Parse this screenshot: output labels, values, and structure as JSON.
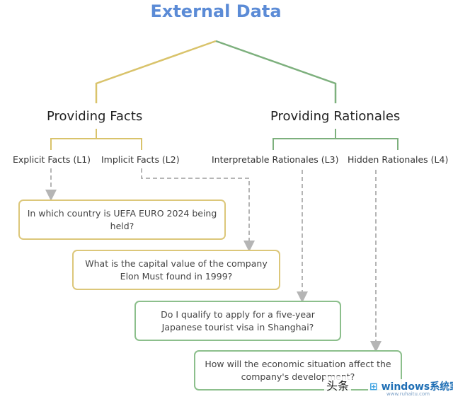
{
  "title": "External Data",
  "branches": {
    "left": "Providing Facts",
    "right": "Providing Rationales"
  },
  "levels": {
    "l1": "Explicit Facts (L1)",
    "l2": "Implicit Facts (L2)",
    "l3": "Interpretable Rationales (L3)",
    "l4": "Hidden Rationales (L4)"
  },
  "examples": {
    "q1": [
      "In which country is UEFA EURO 2024 being",
      "held?"
    ],
    "q2": [
      "What is the capital value of the company",
      "Elon Must found in 1999?"
    ],
    "q3": [
      "Do I qualify to apply for a five-year",
      "Japanese tourist visa in Shanghai?"
    ],
    "q4": [
      "How will the economic situation affect the",
      "company's development?"
    ]
  },
  "colors": {
    "title": "#5b8bd6",
    "facts": "#d9c36b",
    "rationales": "#7db07d",
    "arrows": "#b5b5b5"
  },
  "watermark": {
    "left": "头条",
    "brand": "windows系统家园",
    "site": "www.ruhaitu.com"
  }
}
